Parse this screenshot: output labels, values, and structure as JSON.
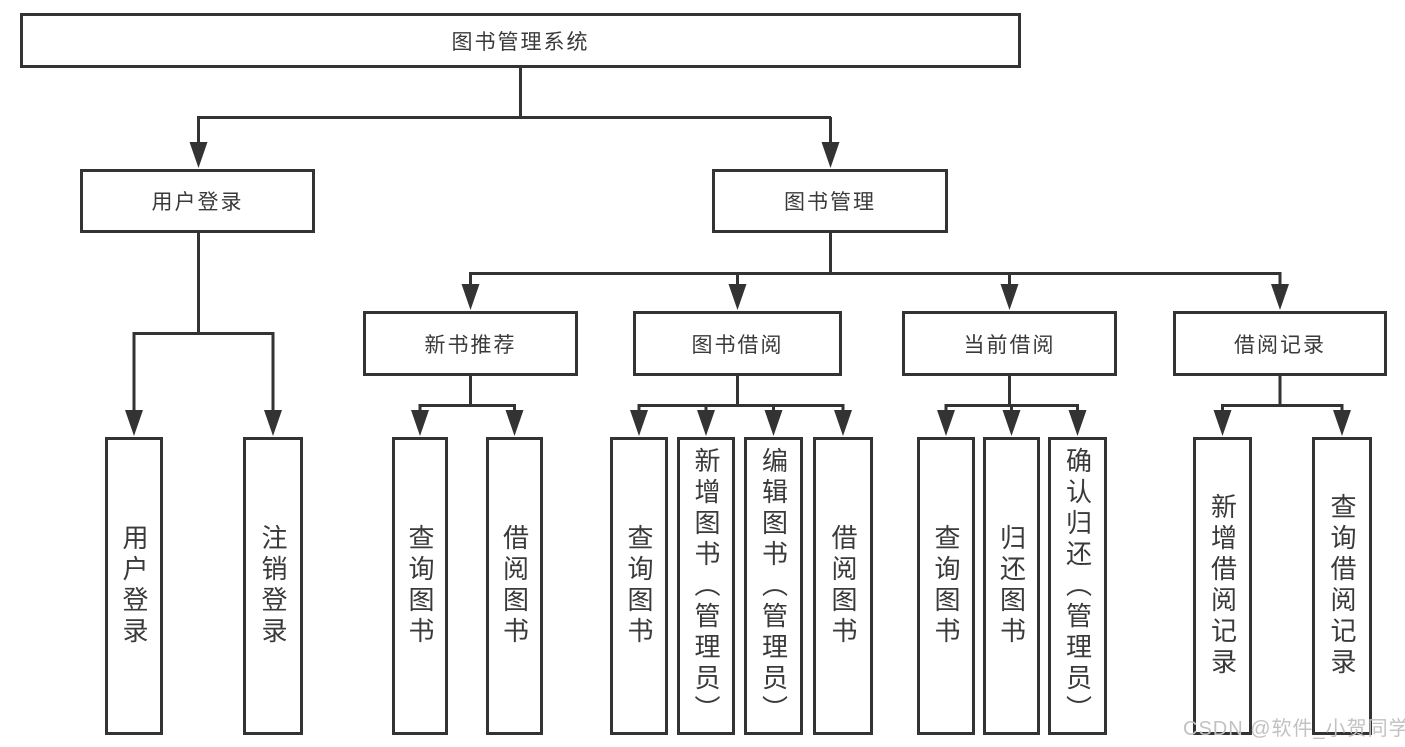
{
  "tree": {
    "root": {
      "label": "图书管理系统"
    },
    "branches": [
      {
        "label": "用户登录",
        "children": [
          {
            "label": "用户登录"
          },
          {
            "label": "注销登录"
          }
        ]
      },
      {
        "label": "图书管理",
        "children": [
          {
            "label": "新书推荐",
            "children": [
              {
                "label": "查询图书"
              },
              {
                "label": "借阅图书"
              }
            ]
          },
          {
            "label": "图书借阅",
            "children": [
              {
                "label": "查询图书"
              },
              {
                "label": "新增图书（管理员）"
              },
              {
                "label": "编辑图书（管理员）"
              },
              {
                "label": "借阅图书"
              }
            ]
          },
          {
            "label": "当前借阅",
            "children": [
              {
                "label": "查询图书"
              },
              {
                "label": "归还图书"
              },
              {
                "label": "确认归还（管理员）"
              }
            ]
          },
          {
            "label": "借阅记录",
            "children": [
              {
                "label": "新增借阅记录"
              },
              {
                "label": "查询借阅记录"
              }
            ]
          }
        ]
      }
    ]
  },
  "watermark": {
    "text": "CSDN @软件_小贺同学"
  },
  "colors": {
    "line": "#333333",
    "text": "#3a3a3a",
    "box_fill": "#ffffff",
    "background": "#ffffff",
    "watermark": "#c2c2c2"
  }
}
